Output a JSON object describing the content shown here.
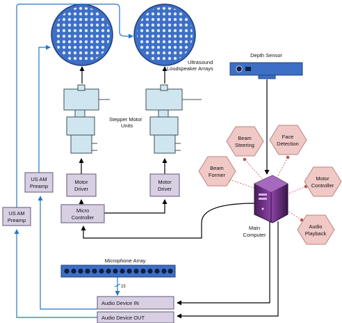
{
  "arrays": {
    "label_line1": "Ultrasound",
    "label_line2": "Loudspeaker Arrays"
  },
  "stepper": {
    "label_line1": "Stepper Motor",
    "label_line2": "Units"
  },
  "motor_driver_left": {
    "line1": "Motor",
    "line2": "Driver"
  },
  "motor_driver_right": {
    "line1": "Motor",
    "line2": "Driver"
  },
  "micro_controller": {
    "line1": "Micro",
    "line2": "Controller"
  },
  "preamp_inner": {
    "line1": "US AM",
    "line2": "Preamp"
  },
  "preamp_outer": {
    "line1": "US AM",
    "line2": "Preamp"
  },
  "depth_sensor": {
    "label": "Depth Sensor"
  },
  "computer": {
    "line1": "Main",
    "line2": "Computer"
  },
  "modules": {
    "beam_steering": {
      "line1": "Beam",
      "line2": "Steering"
    },
    "face_detection": {
      "line1": "Face",
      "line2": "Detection"
    },
    "beam_former": {
      "line1": "Beam",
      "line2": "Former"
    },
    "motor_controller": {
      "line1": "Motor",
      "line2": "Controller"
    },
    "audio_playback": {
      "line1": "Audio",
      "line2": "Playback"
    }
  },
  "microphone_array": {
    "label": "Microphone Array"
  },
  "bus_label": "15",
  "audio_in": {
    "label": "Audio Device IN"
  },
  "audio_out": {
    "label": "Audio Device OUT"
  },
  "colors": {
    "array_fill": "#3d6fc6",
    "box_fill": "#d8cfe3",
    "hex_fill": "#f0c8c6",
    "blue_wire": "#1f78c8",
    "computer": "#6b2f7e"
  }
}
